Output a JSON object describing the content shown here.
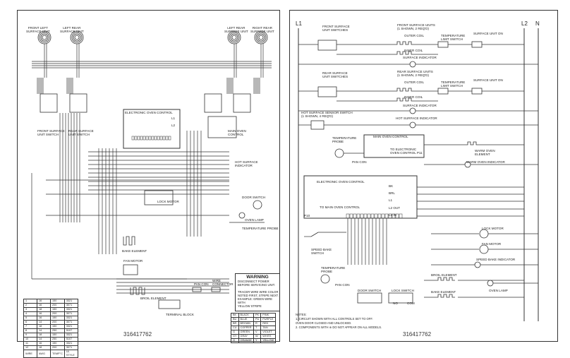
{
  "left": {
    "part_number": "316417762",
    "burners": {
      "front_left": "FRONT LEFT\nSURFACE UNIT",
      "rear_left": "LEFT REAR\nSURFACE UNIT",
      "left_rear": "LEFT REAR\nSURFACE UNIT",
      "right_rear": "RIGHT REAR\nSURFACE UNIT"
    },
    "labels": {
      "electronic_oven_control": "ELECTRONIC OVEN CONTROL",
      "lock_motor": "LOCK MOTOR",
      "bake_element": "BAKE ELEMENT",
      "broil_element": "BROIL ELEMENT",
      "fan_motor": "FAN MOTOR",
      "terminal_block": "TERMINAL BLOCK",
      "oven_lamp": "OVEN LAMP",
      "door_switch": "DOOR SWITCH",
      "temperature_probe": "TEMPERATURE PROBE",
      "hot_surface": "HOT SURFACE\nINDICATOR",
      "front_surface_switch": "FRONT SURFACE\nUNIT SWITCH",
      "rear_surface_switch": "REAR SURFACE\nUNIT SWITCH",
      "main_oven": "MAIN OVEN\nCONTROL",
      "pan_con": "PAN CON",
      "wire_connector": "WIRE\nCONNECTOR",
      "l1": "L1",
      "l2": "L2"
    },
    "warning": {
      "title": "WARNING",
      "lines": [
        "DISCONNECT POWER",
        "BEFORE SERVICING UNIT.",
        "",
        "TRACER WIRE   WIRE COLOR",
        "NOTED FIRST, STRIPE NEXT.",
        "EXAMPLE:   GREEN WIRE WITH",
        "YELLOW STRIPE"
      ]
    },
    "color_code": {
      "title": "COLOR CODE",
      "rows": [
        [
          "BK",
          "BLACK",
          "PK",
          "PINK"
        ],
        [
          "BU",
          "BLUE",
          "PU",
          "PURPLE"
        ],
        [
          "BR",
          "BROWN",
          "R",
          "RED"
        ],
        [
          "CU",
          "COPPER",
          "T",
          "TAN"
        ],
        [
          "G",
          "GREEN",
          "V",
          "VIOLET"
        ],
        [
          "GY",
          "GRAY",
          "W",
          "WHITE"
        ],
        [
          "O",
          "ORANGE",
          "Y",
          "YELLOW"
        ]
      ]
    },
    "wire_table": {
      "headers": [
        "WIRE",
        "AWG",
        "TEMP°C",
        "UL STYLE"
      ],
      "rows": [
        [
          "1",
          "16",
          "150",
          "3321"
        ],
        [
          "2",
          "16",
          "200",
          "3071"
        ],
        [
          "3",
          "18",
          "150",
          "3321"
        ],
        [
          "4",
          "16",
          "200",
          "3071"
        ],
        [
          "5",
          "16",
          "150",
          "3321"
        ],
        [
          "6",
          "14",
          "200",
          "3071"
        ],
        [
          "7",
          "18",
          "150",
          "3321"
        ],
        [
          "8",
          "14",
          "250",
          "5107"
        ],
        [
          "9",
          "18",
          "150",
          "3321"
        ],
        [
          "10",
          "14",
          "250",
          "5107"
        ],
        [
          "11",
          "16",
          "150",
          "3321"
        ],
        [
          "12",
          "18",
          "200",
          "3071"
        ]
      ]
    }
  },
  "right": {
    "part_number": "316417762",
    "rails": {
      "l1": "L1",
      "l2": "L2",
      "n": "N"
    },
    "labels": {
      "front_surface_switches": "FRONT SURFACE\nUNIT SWITCHES",
      "front_surface_units": "FRONT SURFACE UNITS\n(1 SHOWN, 2 REQ'D)",
      "outer_coil": "OUTER COIL",
      "inner_coil": "INNER COIL",
      "temp_limit_switch": "TEMPERATURE\nLIMIT SWITCH",
      "surface_unit_on": "SURFACE UNIT ON",
      "surface_indicator": "SURFACE INDICATOR",
      "rear_surface_switches": "REAR SURFACE\nUNIT SWITCHES",
      "rear_surface_units": "REAR SURFACE UNITS\n(1 SHOWN, 2 REQ'D)",
      "hot_surface_sensor": "HOT SURFACE SENSOR SWITCH\n(1 SHOWN, 4 REQ'D)",
      "hot_surface_indicator": "HOT SURFACE INDICATOR",
      "temperature_probe": "TEMPERATURE\nPROBE",
      "main_oven_control": "MAIN OVEN CONTROL",
      "to_electronic": "TO ELECTRONIC\nOVEN CONTROL P11",
      "pan_con": "PAN CON",
      "warm_element": "WARM OVEN\nELEMENT",
      "warm_indicator": "WARM OVEN INDICATOR",
      "electronic_oven_control": "ELECTRONIC OVEN CONTROL",
      "to_main": "TO MAIN OVEN CONTROL",
      "p10": "P10",
      "bk": "BK",
      "brl": "BRL",
      "l1": "L1",
      "l2_out": "L2 OUT",
      "l2_in": "L2 IN",
      "speed_bake_switch": "SPEED BAKE\nSWITCH",
      "lock_motor": "LOCK MOTOR",
      "fan_motor": "FAN MOTOR",
      "speed_bake_indicator": "SPEED BAKE INDICATOR",
      "broil_element": "BROIL ELEMENT",
      "bake_element": "BAKE ELEMENT",
      "oven_lamp": "OVEN LAMP",
      "door_switch": "DOOR SWITCH",
      "lock_switch": "LOCK SWITCH",
      "no": "NO",
      "com": "COM"
    },
    "notes": [
      "NOTES:",
      "1.  CIRCUIT SHOWN WITH ALL CONTROLS SET TO OFF.",
      "     OVEN DOOR CLOSED AND UNLOCKED.",
      "2.  COMPONENTS WITH  ⊕  DO NOT APPEAR ON ALL MODELS."
    ]
  }
}
